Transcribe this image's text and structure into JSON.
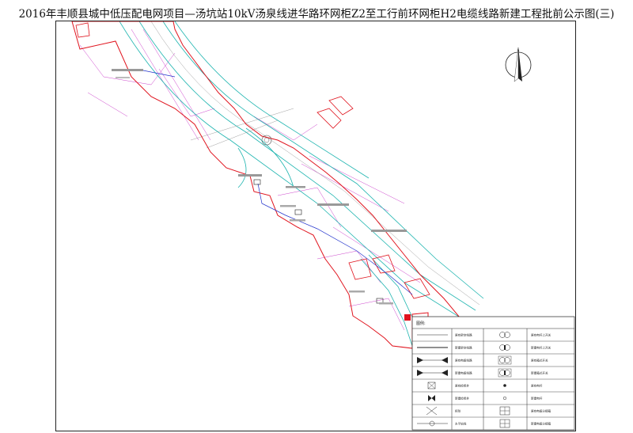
{
  "title": "2016年丰顺县城中低压配电网项目—汤坑站10kV汤泉线进华路环网柜Z2至工行前环网柜H2电缆线路新建工程批前公示图(三)",
  "north_label": "N",
  "legend": {
    "title": "图例:",
    "rows": [
      {
        "left_label": "原有架空线路",
        "right_label": "原有电杆上开关"
      },
      {
        "left_label": "新建架空线路",
        "right_label": "新建电杆上开关"
      },
      {
        "left_label": "原有电缆线路",
        "right_label": "原有箱式开关"
      },
      {
        "left_label": "新建电缆线路",
        "right_label": "新建箱式开关"
      },
      {
        "left_label": "原有检修井",
        "right_label": "原有电杆"
      },
      {
        "left_label": "新建检修井",
        "right_label": "新建电杆"
      },
      {
        "left_label": "拆除",
        "right_label": "原有电缆分接箱"
      },
      {
        "left_label": "水平钻线",
        "right_label": "新建电缆分接箱"
      }
    ]
  },
  "colors": {
    "boundary": "#e0141e",
    "road": "#1fb5b0",
    "grid": "#cc44cc",
    "frame": "#222222"
  }
}
